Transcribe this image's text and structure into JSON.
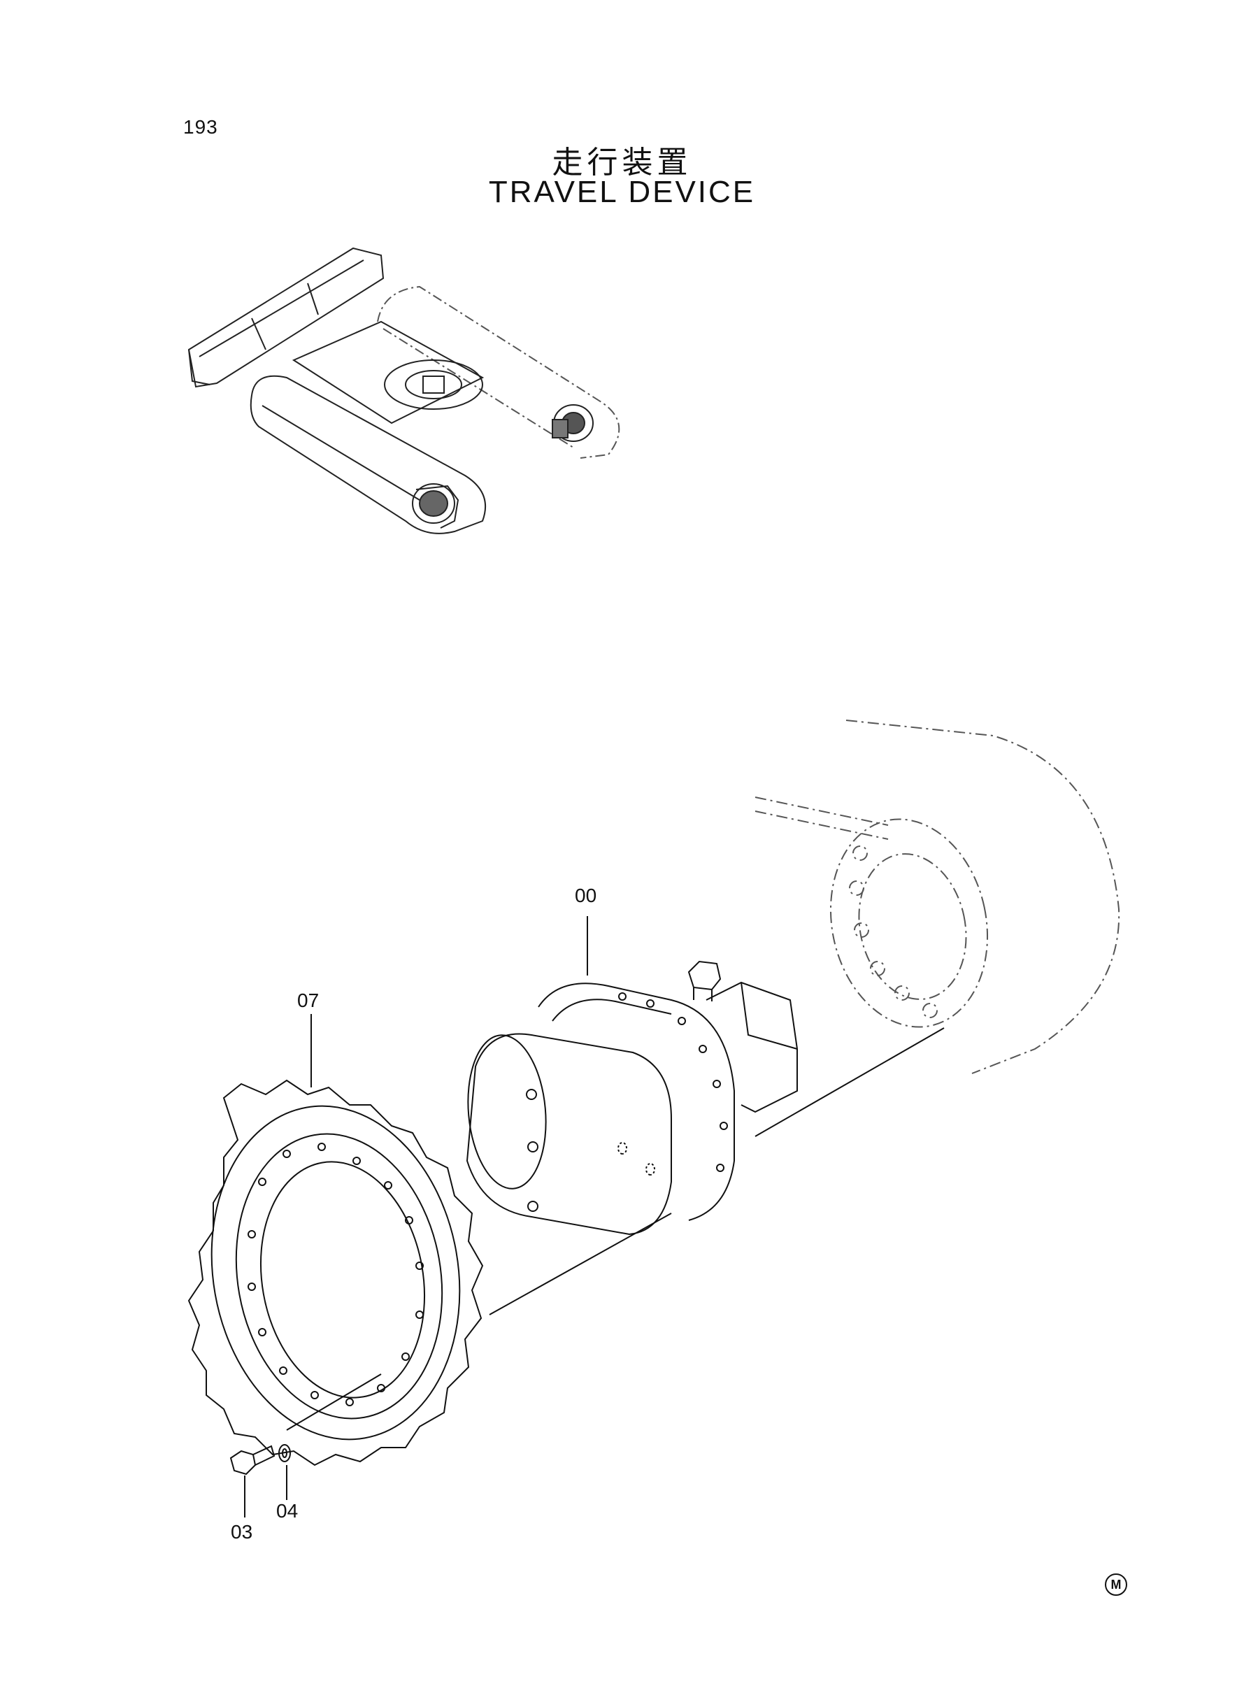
{
  "page": {
    "number": "193",
    "title_jp": "走行装置",
    "title_en": "TRAVEL DEVICE",
    "mark": "M"
  },
  "callouts": {
    "c00": "00",
    "c07": "07",
    "c03": "03",
    "c04": "04"
  },
  "colors": {
    "ink": "#111111",
    "ghost": "#555555"
  }
}
